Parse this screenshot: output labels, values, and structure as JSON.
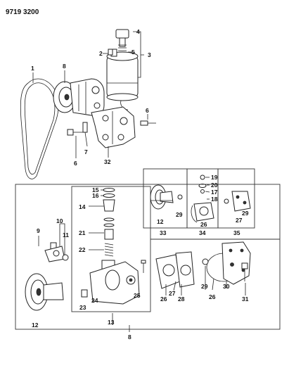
{
  "header": {
    "code": "9719 3200"
  },
  "labels": {
    "l1": "1",
    "l2": "2",
    "l3": "3",
    "l4": "4",
    "l5": "5",
    "l6a": "6",
    "l6b": "6",
    "l7": "7",
    "l8a": "8",
    "l8b": "8",
    "l9": "9",
    "l10": "10",
    "l11": "11",
    "l12a": "12",
    "l12b": "12",
    "l13": "13",
    "l14": "14",
    "l15": "15",
    "l16": "16",
    "l17": "17",
    "l18": "18",
    "l19": "19",
    "l20": "20",
    "l21": "21",
    "l22": "22",
    "l23": "23",
    "l24": "24",
    "l25": "25",
    "l26a": "26",
    "l26b": "26",
    "l26c": "26",
    "l27a": "27",
    "l27b": "27",
    "l28": "28",
    "l29a": "29",
    "l29b": "29",
    "l29c": "29",
    "l30": "30",
    "l31": "31",
    "l32": "32",
    "l33": "33",
    "l34": "34",
    "l35": "35"
  }
}
